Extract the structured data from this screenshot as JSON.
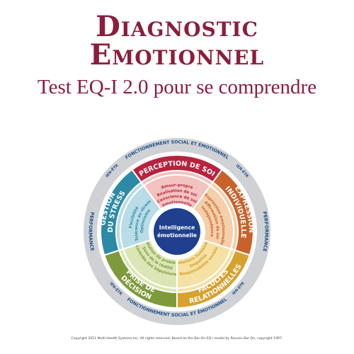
{
  "header": {
    "title_line1": "Diagnostic",
    "title_line2": "Emotionnel",
    "subtitle": "Test EQ-I 2.0 pour se comprendre"
  },
  "wheel": {
    "outer_ring": {
      "top_label": "FONCTIONNEMENT SOCIAL ET ÉMOTIONNEL",
      "bottom_label": "FONCTIONNEMENT SOCIAL ET ÉMOTIONNEL",
      "left_label": "PERFORMANCE",
      "right_label": "PERFORMANCE",
      "bien_etre": [
        "BIEN-ÊTRE",
        "BIEN-ÊTRE",
        "BIEN-ÊTRE",
        "BIEN-ÊTRE"
      ]
    },
    "center": {
      "line1": "Intelligence",
      "line2": "émotionnelle"
    },
    "composites": [
      {
        "id": "perception",
        "label": [
          "PERCEPTION DE SOI"
        ],
        "color": "#b8223e",
        "light": "#f2c3c0",
        "subscales": [
          "Amour-propre",
          "Réalisation de soi",
          "Conscience de soi",
          "émotionnelle"
        ]
      },
      {
        "id": "expression",
        "label": [
          "EXPRESSION",
          "INDIVIDUELLE"
        ],
        "color": "#c8622a",
        "light": "#f4cfa9",
        "subscales": [
          "Expression émotionnelle",
          "Affirmation de soi",
          "Indépendance"
        ]
      },
      {
        "id": "relations",
        "label": [
          "FACULTÉS",
          "RELATIONNELLES"
        ],
        "color": "#d6a12f",
        "light": "#f5e1a4",
        "subscales": [
          "Relations humaines",
          "Empathie",
          "Responsabilité sociale"
        ]
      },
      {
        "id": "decision",
        "label": [
          "PRISE DE",
          "DÉCISION"
        ],
        "color": "#7f9a3a",
        "light": "#dbe6b6",
        "subscales": [
          "Résolution de problèmes",
          "Sens de la réalité",
          "Contrôle des impulsions"
        ]
      },
      {
        "id": "stress",
        "label": [
          "GESTION",
          "DU STRESS"
        ],
        "color": "#2d8aa6",
        "light": "#b9dce6",
        "subscales": [
          "Flexibilité",
          "Tolérance au stress",
          "Optimisme"
        ]
      }
    ]
  },
  "footer": {
    "copyright": "Copyright 2011 Multi-Health Systems Inc. All rights reserved. Based on the Bar-On EQ-i model by Reuven Bar-On, copyright 1997."
  }
}
